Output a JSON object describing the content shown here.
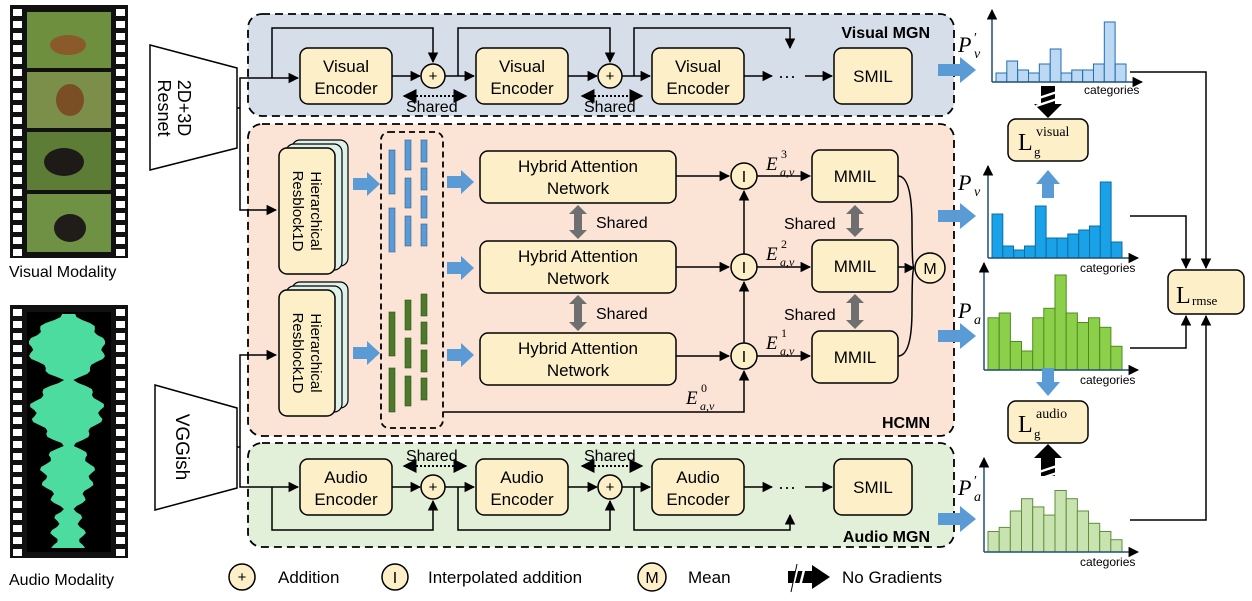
{
  "input": {
    "visual_label": "Visual Modality",
    "audio_label": "Audio Modality",
    "visual_backbone": "2D+3D Resnet",
    "visual_backbone_lines": [
      "2D+3D",
      "Resnet"
    ],
    "audio_backbone": "VGGish"
  },
  "visual_mgn": {
    "title": "Visual MGN",
    "encoders": [
      "Visual Encoder",
      "Visual Encoder",
      "Visual Encoder"
    ],
    "encoder_lines": [
      "Visual",
      "Encoder"
    ],
    "shared": [
      "Shared",
      "Shared"
    ],
    "ellipsis": "···",
    "smil": "SMIL"
  },
  "hcmn": {
    "title": "HCMN",
    "resblock_lines": [
      "Hierarchical",
      "Resblock1D"
    ],
    "han_lines": [
      "Hybrid Attention",
      "Network"
    ],
    "shared": [
      "Shared",
      "Shared",
      "Shared",
      "Shared"
    ],
    "interp_symbol": "I",
    "mean_symbol": "M",
    "mmil": "MMIL",
    "embeddings": [
      {
        "base": "E",
        "sub": "a,v",
        "sup": "3"
      },
      {
        "base": "E",
        "sub": "a,v",
        "sup": "2"
      },
      {
        "base": "E",
        "sub": "a,v",
        "sup": "1"
      },
      {
        "base": "E",
        "sub": "a,v",
        "sup": "0"
      }
    ]
  },
  "audio_mgn": {
    "title": "Audio MGN",
    "encoder_lines": [
      "Audio",
      "Encoder"
    ],
    "shared": [
      "Shared",
      "Shared"
    ],
    "ellipsis": "···",
    "smil": "SMIL"
  },
  "outputs": {
    "p_v_prime": {
      "base": "P",
      "sub": "v",
      "prime": "′"
    },
    "p_v": {
      "base": "P",
      "sub": "v"
    },
    "p_a": {
      "base": "P",
      "sub": "a"
    },
    "p_a_prime": {
      "base": "P",
      "sub": "a",
      "prime": "′"
    },
    "axis_label": "categories",
    "loss_visual": {
      "base": "L",
      "sub": "g",
      "sup": "visual"
    },
    "loss_audio": {
      "base": "L",
      "sub": "g",
      "sup": "audio"
    },
    "loss_rmse": {
      "base": "L",
      "sub": "rmse"
    },
    "hist_visual_prime": [
      0.15,
      0.35,
      0.2,
      0.15,
      0.3,
      0.55,
      0.15,
      0.2,
      0.2,
      0.3,
      1.0,
      0.3
    ],
    "hist_visual": [
      0.55,
      0.15,
      0.1,
      0.15,
      0.65,
      0.25,
      0.25,
      0.3,
      0.35,
      0.4,
      0.95,
      0.2
    ],
    "hist_audio": [
      0.55,
      0.6,
      0.3,
      0.2,
      0.55,
      0.65,
      1.0,
      0.6,
      0.5,
      0.55,
      0.45,
      0.25
    ],
    "hist_audio_prime": [
      0.25,
      0.3,
      0.5,
      0.65,
      0.55,
      0.45,
      0.75,
      0.65,
      0.5,
      0.35,
      0.25,
      0.15
    ]
  },
  "legend": {
    "addition_symbol": "+",
    "addition": "Addition",
    "interp_symbol": "I",
    "interp": "Interpolated addition",
    "mean_symbol": "M",
    "mean": "Mean",
    "no_grad": "No Gradients"
  },
  "colors": {
    "visual_mgn_bg": "#d6dfe9",
    "hcmn_bg": "#fbe3d6",
    "audio_mgn_bg": "#e2efd9",
    "module_fill": "#fdf0c8",
    "blue_arrow": "#5b9bd5",
    "visual_bar_light": "#bcd8f2",
    "visual_bar": "#19a2e8",
    "audio_bar": "#8ccf4b",
    "audio_bar_light": "#c8e3b0",
    "audio_wave": "#4ddc9f",
    "feature_blue": "#5b9bd5",
    "feature_green": "#4b7a2a"
  }
}
